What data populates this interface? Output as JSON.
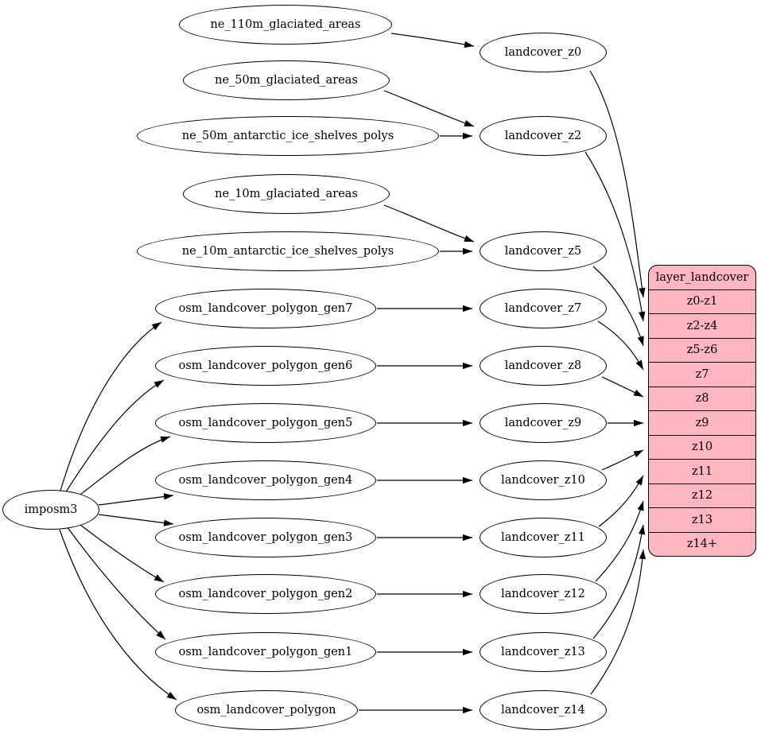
{
  "nodes": {
    "imposm3": "imposm3",
    "sources": [
      "ne_110m_glaciated_areas",
      "ne_50m_glaciated_areas",
      "ne_50m_antarctic_ice_shelves_polys",
      "ne_10m_glaciated_areas",
      "ne_10m_antarctic_ice_shelves_polys",
      "osm_landcover_polygon_gen7",
      "osm_landcover_polygon_gen6",
      "osm_landcover_polygon_gen5",
      "osm_landcover_polygon_gen4",
      "osm_landcover_polygon_gen3",
      "osm_landcover_polygon_gen2",
      "osm_landcover_polygon_gen1",
      "osm_landcover_polygon"
    ],
    "transforms": [
      "landcover_z0",
      "landcover_z2",
      "landcover_z5",
      "landcover_z7",
      "landcover_z8",
      "landcover_z9",
      "landcover_z10",
      "landcover_z11",
      "landcover_z12",
      "landcover_z13",
      "landcover_z14"
    ],
    "table": {
      "title": "layer_landcover",
      "rows": [
        "z0-z1",
        "z2-z4",
        "z5-z6",
        "z7",
        "z8",
        "z9",
        "z10",
        "z11",
        "z12",
        "z13",
        "z14+"
      ]
    }
  },
  "edges": [
    {
      "from": "ne_110m_glaciated_areas",
      "to": "landcover_z0"
    },
    {
      "from": "ne_50m_glaciated_areas",
      "to": "landcover_z2"
    },
    {
      "from": "ne_50m_antarctic_ice_shelves_polys",
      "to": "landcover_z2"
    },
    {
      "from": "ne_10m_glaciated_areas",
      "to": "landcover_z5"
    },
    {
      "from": "ne_10m_antarctic_ice_shelves_polys",
      "to": "landcover_z5"
    },
    {
      "from": "osm_landcover_polygon_gen7",
      "to": "landcover_z7"
    },
    {
      "from": "osm_landcover_polygon_gen6",
      "to": "landcover_z8"
    },
    {
      "from": "osm_landcover_polygon_gen5",
      "to": "landcover_z9"
    },
    {
      "from": "osm_landcover_polygon_gen4",
      "to": "landcover_z10"
    },
    {
      "from": "osm_landcover_polygon_gen3",
      "to": "landcover_z11"
    },
    {
      "from": "osm_landcover_polygon_gen2",
      "to": "landcover_z12"
    },
    {
      "from": "osm_landcover_polygon_gen1",
      "to": "landcover_z13"
    },
    {
      "from": "osm_landcover_polygon",
      "to": "landcover_z14"
    },
    {
      "from": "imposm3",
      "to": "osm_landcover_polygon_gen7"
    },
    {
      "from": "imposm3",
      "to": "osm_landcover_polygon_gen6"
    },
    {
      "from": "imposm3",
      "to": "osm_landcover_polygon_gen5"
    },
    {
      "from": "imposm3",
      "to": "osm_landcover_polygon_gen4"
    },
    {
      "from": "imposm3",
      "to": "osm_landcover_polygon_gen3"
    },
    {
      "from": "imposm3",
      "to": "osm_landcover_polygon_gen2"
    },
    {
      "from": "imposm3",
      "to": "osm_landcover_polygon_gen1"
    },
    {
      "from": "imposm3",
      "to": "osm_landcover_polygon"
    },
    {
      "from": "landcover_z0",
      "to": "layer_landcover.z0-z1"
    },
    {
      "from": "landcover_z2",
      "to": "layer_landcover.z2-z4"
    },
    {
      "from": "landcover_z5",
      "to": "layer_landcover.z5-z6"
    },
    {
      "from": "landcover_z7",
      "to": "layer_landcover.z7"
    },
    {
      "from": "landcover_z8",
      "to": "layer_landcover.z8"
    },
    {
      "from": "landcover_z9",
      "to": "layer_landcover.z9"
    },
    {
      "from": "landcover_z10",
      "to": "layer_landcover.z10"
    },
    {
      "from": "landcover_z11",
      "to": "layer_landcover.z11"
    },
    {
      "from": "landcover_z12",
      "to": "layer_landcover.z12"
    },
    {
      "from": "landcover_z13",
      "to": "layer_landcover.z13"
    },
    {
      "from": "landcover_z14",
      "to": "layer_landcover.z14+"
    }
  ],
  "colors": {
    "table_fill": "#ffb6c1",
    "node_fill": "#ffffff",
    "stroke": "#000000",
    "background": "#ffffff"
  }
}
